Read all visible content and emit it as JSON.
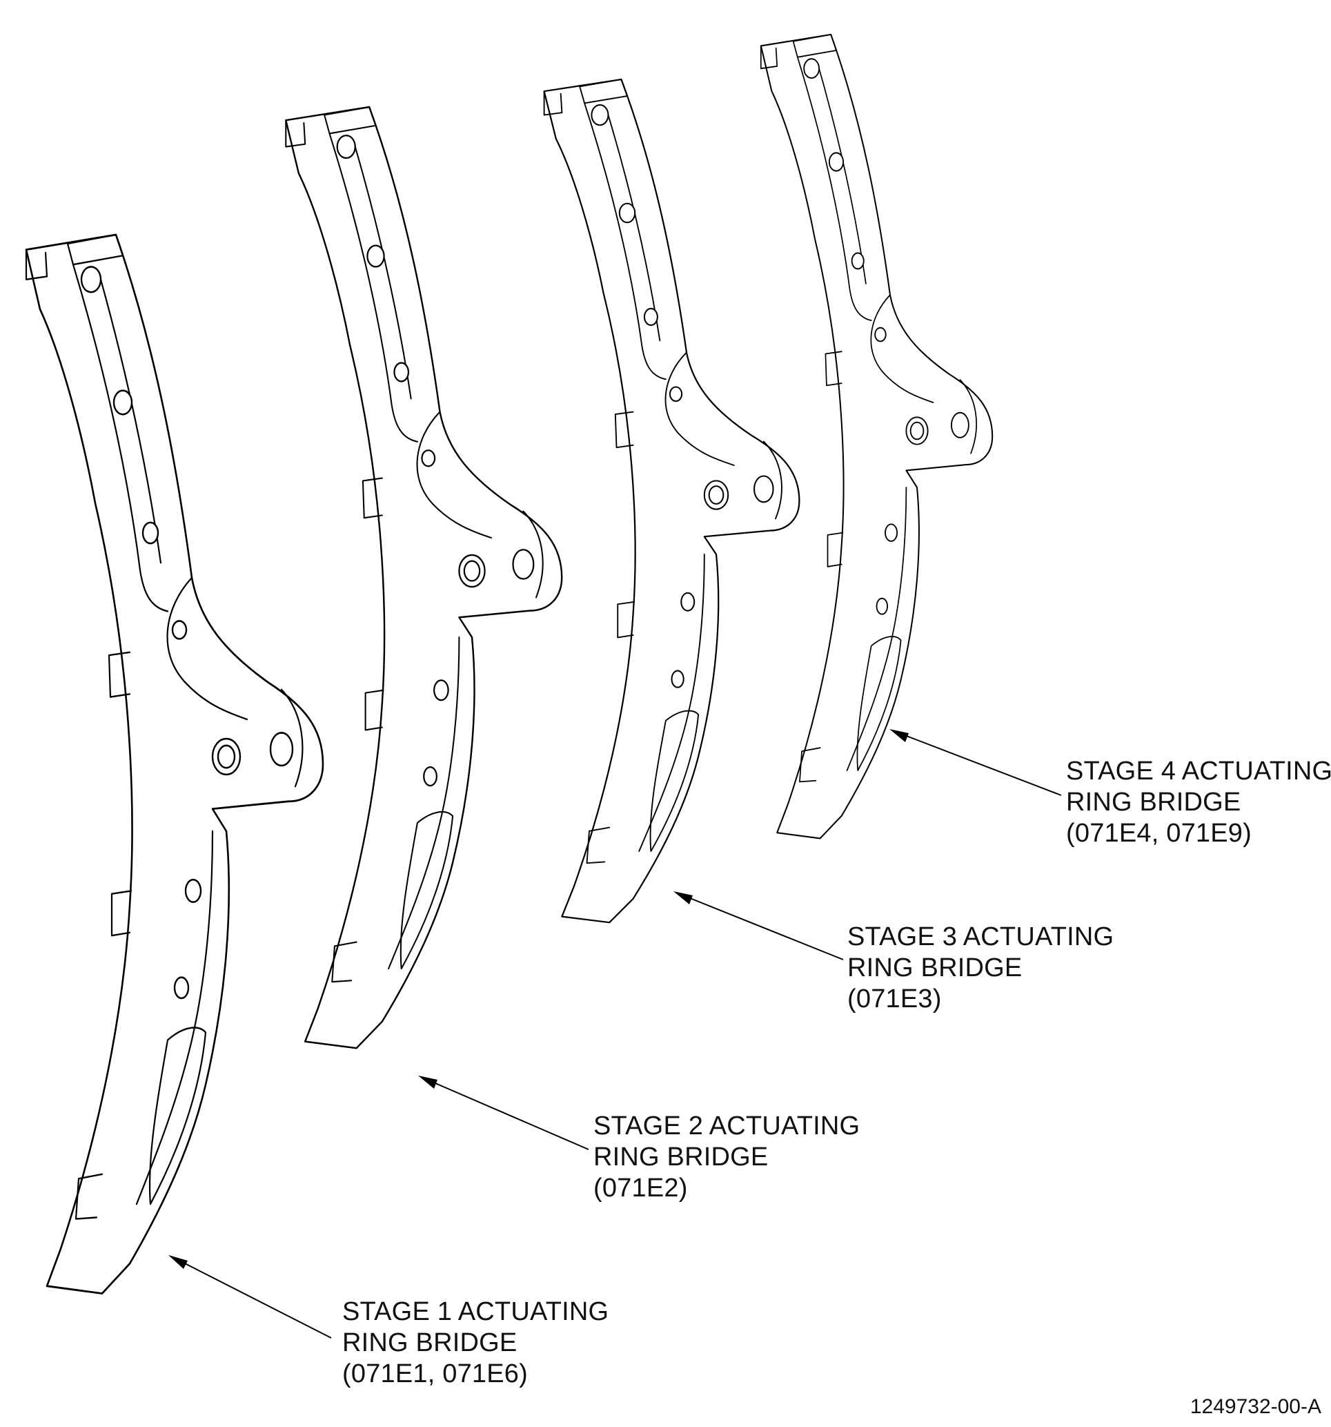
{
  "callouts": [
    {
      "id": "stage1",
      "line1": "STAGE 1 ACTUATING",
      "line2": "RING BRIDGE",
      "line3": "(071E1, 071E6)"
    },
    {
      "id": "stage2",
      "line1": "STAGE 2 ACTUATING",
      "line2": "RING BRIDGE",
      "line3": "(071E2)"
    },
    {
      "id": "stage3",
      "line1": "STAGE 3 ACTUATING",
      "line2": "RING BRIDGE",
      "line3": "(071E3)"
    },
    {
      "id": "stage4",
      "line1": "STAGE 4 ACTUATING",
      "line2": "RING BRIDGE",
      "line3": "(071E4, 071E9)"
    }
  ],
  "drawing_number": "1249732-00-A",
  "colors": {
    "line": "#000000",
    "background": "#ffffff"
  }
}
